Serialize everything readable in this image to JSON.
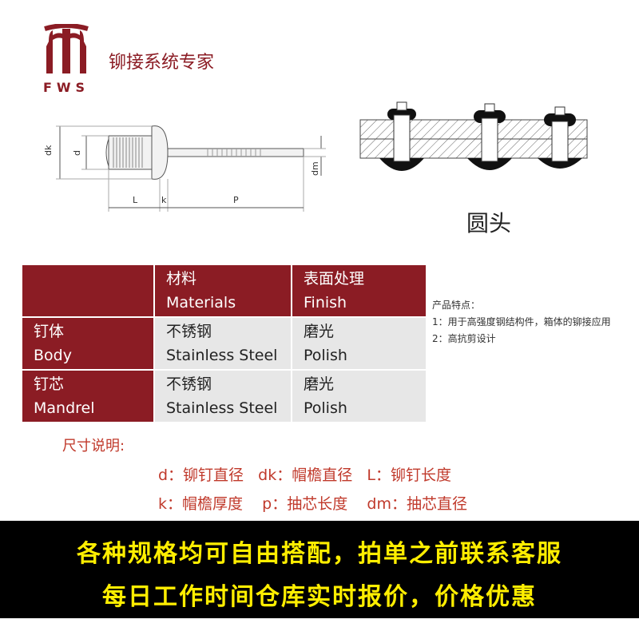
{
  "logo": {
    "icon": "fws-logo-icon",
    "text": "FWS",
    "color": "#8b1c24"
  },
  "brand": {
    "tagline": "铆接系统专家"
  },
  "rivet_diagram": {
    "labels": {
      "dk": "dk",
      "d": "d",
      "L": "L",
      "k": "k",
      "P": "P",
      "dm": "dm"
    }
  },
  "head_style": "圆头",
  "spec_table": {
    "header": {
      "materials_cn": "材料",
      "materials_en": "Materials",
      "finish_cn": "表面处理",
      "finish_en": "Finish"
    },
    "rows": [
      {
        "part_cn": "钉体",
        "part_en": "Body",
        "material_cn": "不锈钢",
        "material_en": "Stainless Steel",
        "finish_cn": "磨光",
        "finish_en": "Polish"
      },
      {
        "part_cn": "钉芯",
        "part_en": "Mandrel",
        "material_cn": "不锈钢",
        "material_en": "Stainless Steel",
        "finish_cn": "磨光",
        "finish_en": "Polish"
      }
    ],
    "header_color": "#8b1c24"
  },
  "features": {
    "title": "产品特点：",
    "items": [
      "1：用于高强度钢结构件，箱体的铆接应用",
      "2：高抗剪设计"
    ]
  },
  "dimensions": {
    "title": "尺寸说明:",
    "line1": "d：铆钉直径   dk：帽檐直径   L：铆钉长度",
    "line2": "k：帽檐厚度    p：抽芯长度    dm：抽芯直径"
  },
  "banner": {
    "line1": "各种规格均可自由搭配，拍单之前联系客服",
    "line2": "每日工作时间仓库实时报价，价格优惠",
    "text_color": "#ffee00"
  }
}
